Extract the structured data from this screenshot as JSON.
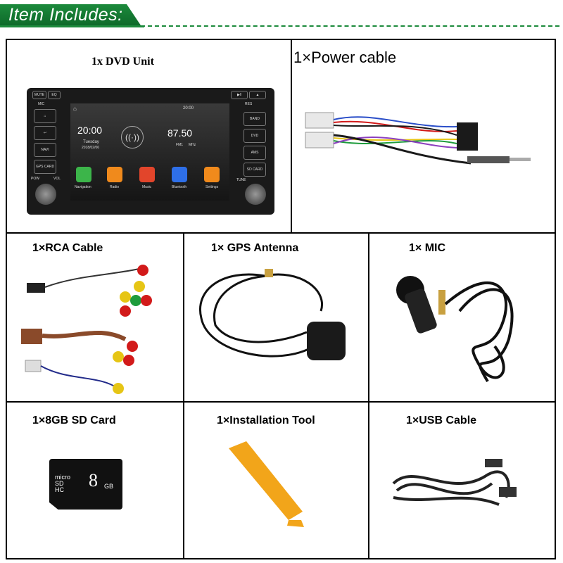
{
  "header": {
    "title": "Item Includes:"
  },
  "items": {
    "dvd": {
      "label": "1x DVD Unit"
    },
    "power": {
      "label": "1×Power cable"
    },
    "rca": {
      "label": "1×RCA Cable"
    },
    "gps": {
      "label": "1× GPS Antenna"
    },
    "mic": {
      "label": "1× MIC"
    },
    "sd": {
      "label": "1×8GB SD Card"
    },
    "tool": {
      "label": "1×Installation Tool"
    },
    "usb": {
      "label": "1×USB Cable"
    }
  },
  "dvd_screen": {
    "time": "20:00",
    "day": "Tuesday",
    "date": "2018/02/06",
    "freq": "87.50",
    "band": "FM1",
    "unit": "MHz",
    "status_time": "20:00",
    "apps": [
      "Navigation",
      "Radio",
      "Music",
      "Bluetooth",
      "Settings"
    ],
    "left_buttons": [
      "MUTE",
      "EQ",
      "MIC",
      "NAVI",
      "GPS CARD",
      "POW",
      "VOL"
    ],
    "right_buttons": [
      "RES",
      "BAND",
      "DVD",
      "AMS",
      "SD CARD",
      "TUNE"
    ]
  },
  "sd_card": {
    "brand": "micro SD HC",
    "size": "8",
    "unit": "GB"
  },
  "colors": {
    "header_green": "#1c8a3c",
    "tool_orange": "#f2a51a"
  }
}
